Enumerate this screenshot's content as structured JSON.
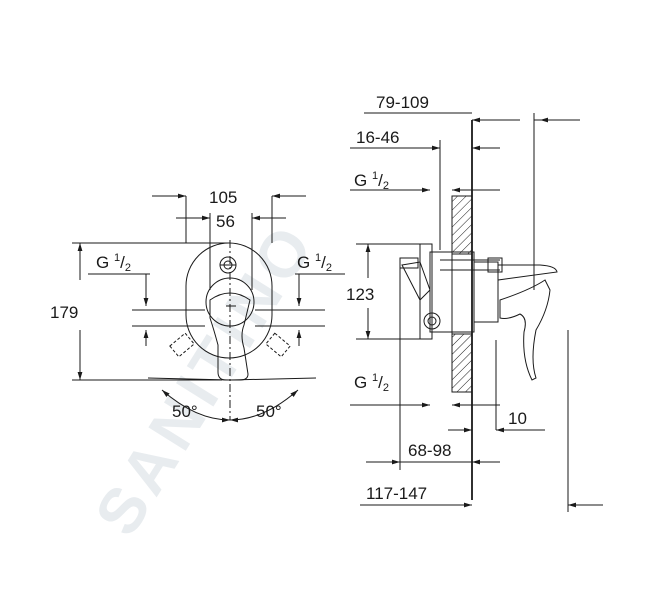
{
  "watermark": "SANITINO",
  "front_view": {
    "width_outer": "105",
    "width_inner": "56",
    "height": "179",
    "thread_left": {
      "prefix": "G ",
      "num": "1",
      "den": "2"
    },
    "thread_right": {
      "prefix": "G ",
      "num": "1",
      "den": "2"
    },
    "angle_left": "50°",
    "angle_right": "50°"
  },
  "side_view": {
    "dim_79_109": "79-109",
    "dim_16_46": "16-46",
    "thread_top": {
      "prefix": "G ",
      "num": "1",
      "den": "2"
    },
    "height_123": "123",
    "thread_bottom": {
      "prefix": "G ",
      "num": "1",
      "den": "2"
    },
    "dim_10": "10",
    "dim_68_98": "68-98",
    "dim_117_147": "117-147"
  }
}
